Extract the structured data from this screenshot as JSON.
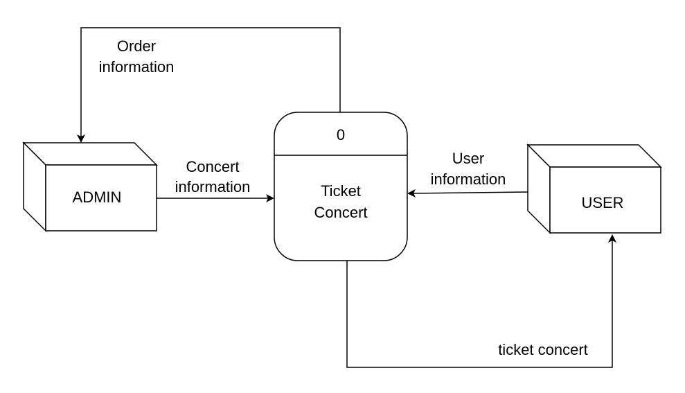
{
  "diagram": {
    "process": {
      "number": "0",
      "name_line1": "Ticket",
      "name_line2": "Concert"
    },
    "entities": {
      "admin": "ADMIN",
      "user": "USER"
    },
    "flows": {
      "order_information": {
        "line1": "Order",
        "line2": "information"
      },
      "concert_information": {
        "line1": "Concert",
        "line2": "information"
      },
      "user_information": {
        "line1": "User",
        "line2": "information"
      },
      "ticket_concert": {
        "line1": "ticket concert"
      }
    }
  }
}
